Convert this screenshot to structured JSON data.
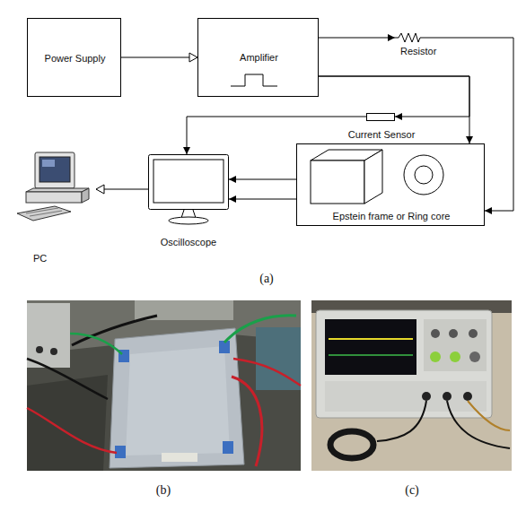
{
  "diagram": {
    "nodes": [
      {
        "text": [
          "Power Supply"
        ]
      },
      {
        "text": [
          "Amplifier"
        ]
      },
      {
        "text": [
          "Resistor"
        ]
      },
      {
        "text": [
          "Current Sensor"
        ]
      },
      {
        "text": [
          "PC"
        ]
      },
      {
        "text": [
          "Oscilloscope"
        ]
      },
      {
        "text": [
          "Epstein frame or Ring core"
        ]
      }
    ],
    "edges": [
      {
        "from": 0,
        "to": 1,
        "arrow": "to"
      },
      {
        "from": 1,
        "to": 2,
        "arrow": "to"
      },
      {
        "from": 2,
        "to": 6,
        "arrow": "to"
      },
      {
        "from": 1,
        "to": 3,
        "arrow": "to"
      },
      {
        "from": 1,
        "to": 6,
        "arrow": "to"
      },
      {
        "from": 3,
        "to": 5,
        "arrow": "to"
      },
      {
        "from": 6,
        "to": 5,
        "arrow": "to"
      },
      {
        "from": 6,
        "to": 5,
        "arrow": "to"
      },
      {
        "from": 5,
        "to": 4,
        "arrow": "to"
      }
    ],
    "labels": [
      "(a)",
      "(b)",
      "(c)"
    ]
  }
}
